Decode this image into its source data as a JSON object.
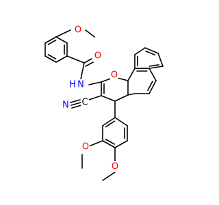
{
  "molecule": {
    "colors": {
      "bond": "#000000",
      "oxygen": "#ff0000",
      "nitrogen": "#0000ff",
      "carbon": "#000000",
      "background": "#ffffff"
    },
    "atom_labels": {
      "methoxy_o_top": "O",
      "amide_o": "O",
      "amide_nh": "N",
      "amide_nh_h": "H",
      "ring_o": "O",
      "nitrile_n": "N",
      "nitrile_c": "C",
      "methoxy_o_3": "O",
      "methoxy_o_4": "O"
    }
  }
}
